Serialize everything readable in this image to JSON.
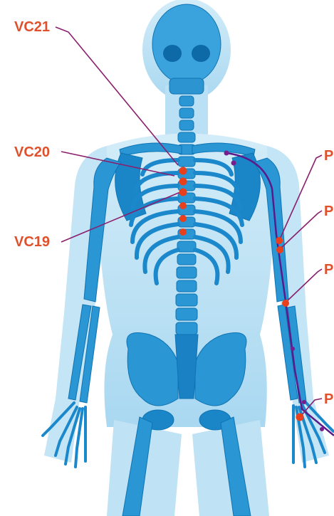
{
  "figure": {
    "labels": {
      "vc21": "VC21",
      "vc20": "VC20",
      "vc19": "VC19",
      "p_upper": "P",
      "p_mid_upper": "P",
      "p_mid": "P",
      "p_lower": "P"
    },
    "colors": {
      "label": "#e0502a",
      "point": "#e8401c",
      "leader_line": "#8a1f6e",
      "meridian": "#5a1a8c",
      "body_light": "#bfe3f5",
      "body_mid": "#7cc4e8",
      "bone": "#1f8fd0",
      "bone_dark": "#0c6fb0"
    },
    "icons": {
      "skeleton": "human-skeleton-illustration",
      "point": "acupoint-dot"
    }
  }
}
